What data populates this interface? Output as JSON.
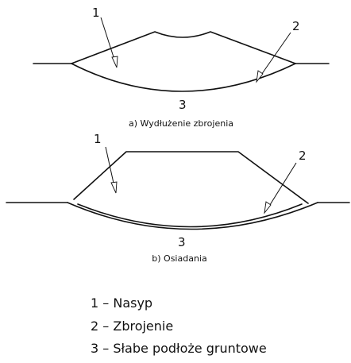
{
  "diagram_a": {
    "marker_1": "1",
    "marker_2": "2",
    "marker_3": "3",
    "caption": "a) Wydłużenie zbrojenia"
  },
  "diagram_b": {
    "marker_1": "1",
    "marker_2": "2",
    "marker_3": "3",
    "caption": "b) Osiadania"
  },
  "legend": {
    "items": [
      "1 – Nasyp",
      "2 – Zbrojenie",
      "3 – Słabe podłoże gruntowe"
    ]
  }
}
